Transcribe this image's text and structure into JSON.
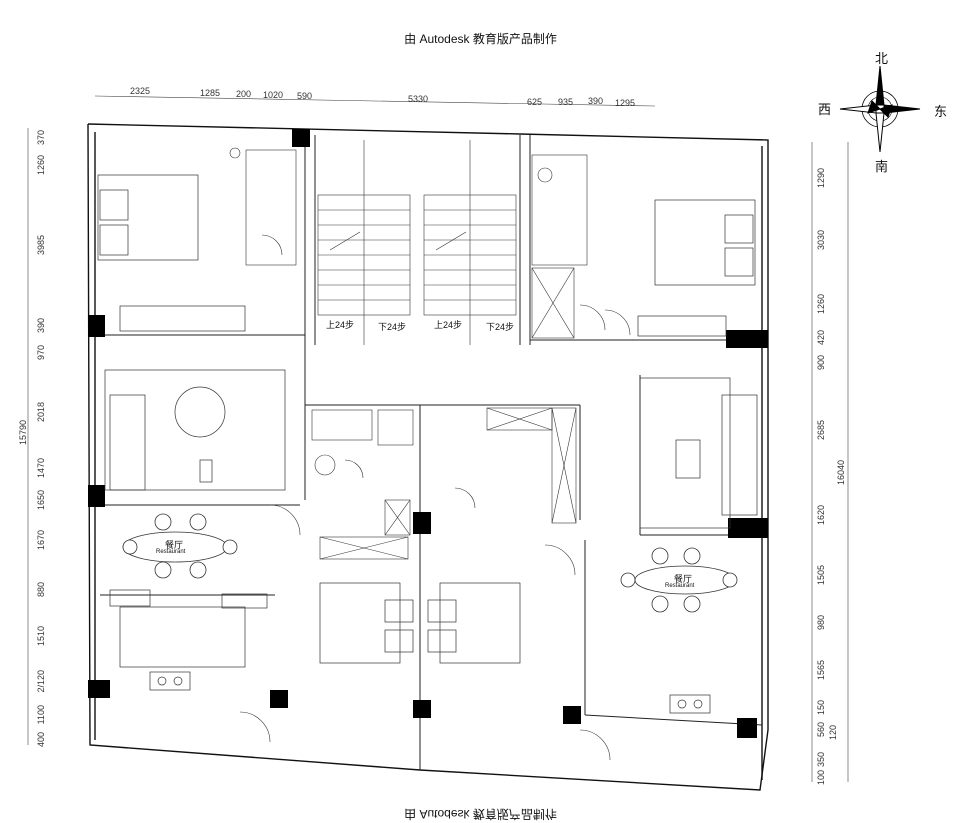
{
  "watermark": {
    "top": "由 Autodesk 教育版产品制作",
    "bottom": "由 Autodesk 教育版产品制作"
  },
  "compass": {
    "north": "北",
    "south": "南",
    "east": "东",
    "west": "西"
  },
  "dimensions": {
    "top_left": [
      "2325",
      "1285",
      "200",
      "1020",
      "590"
    ],
    "top_center": "5330",
    "top_right": [
      "625",
      "935",
      "390",
      "1295"
    ],
    "left_total": "15790",
    "left": [
      "370",
      "1260",
      "3985",
      "390",
      "970",
      "2018",
      "1470",
      "1650",
      "1670",
      "880",
      "1510",
      "2/120",
      "1100",
      "400"
    ],
    "right_total": "16040",
    "right": [
      "1290",
      "3030",
      "1260",
      "420",
      "900",
      "2685",
      "1620",
      "1505",
      "980",
      "1565",
      "150",
      "560",
      "120",
      "350",
      "100"
    ]
  },
  "stairs": [
    "上24步",
    "下24步",
    "上24步",
    "下24步"
  ],
  "rooms": {
    "dining_left": {
      "label": "餐厅",
      "sub": "Restaurant"
    },
    "dining_right": {
      "label": "餐厅",
      "sub": "Restaurant"
    }
  }
}
